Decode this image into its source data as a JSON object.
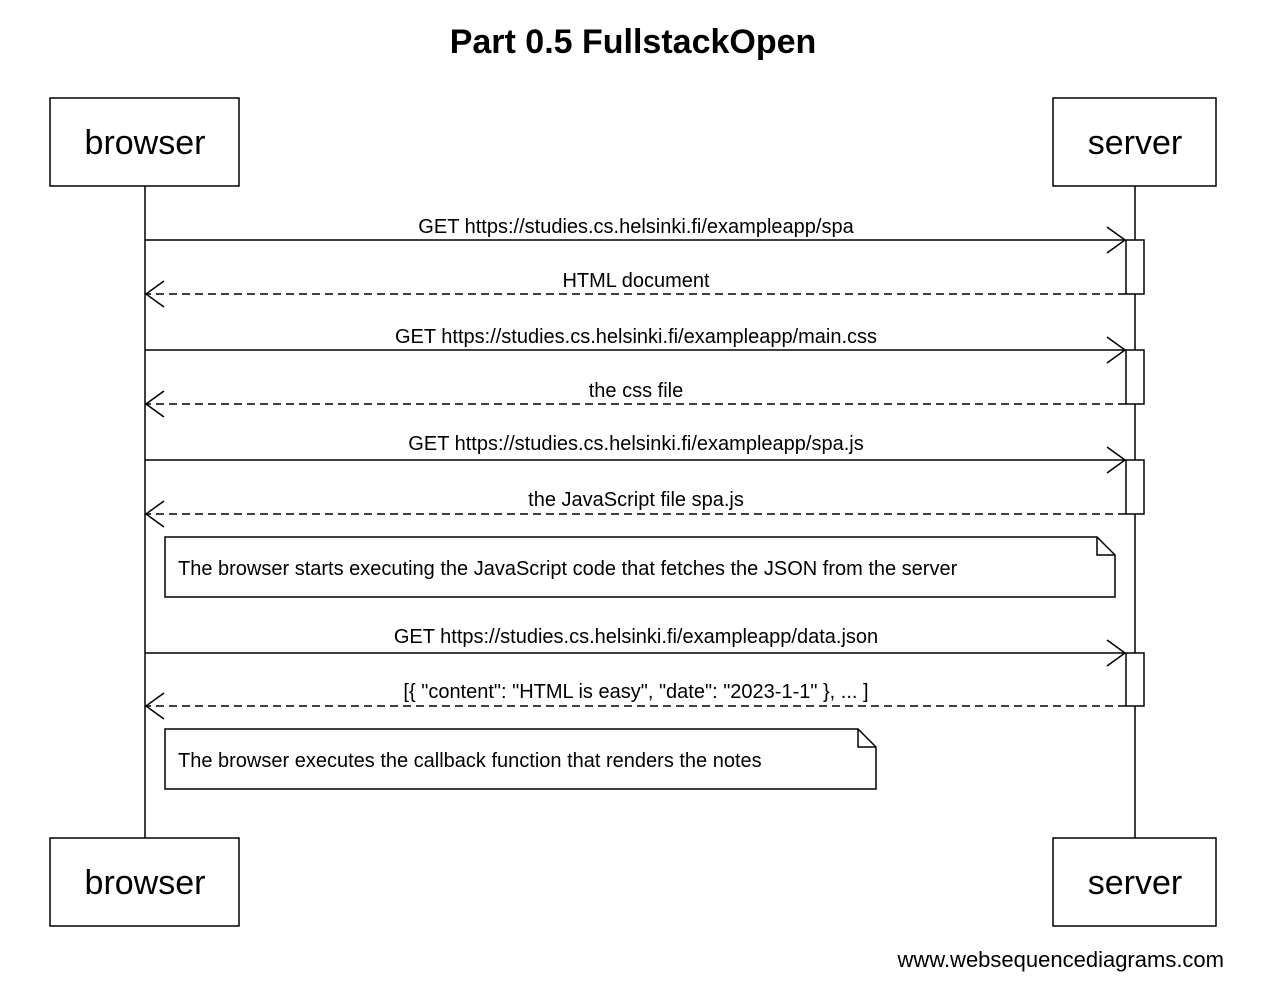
{
  "title": "Part 0.5 FullstackOpen",
  "participants": {
    "browser": "browser",
    "server": "server"
  },
  "messages": [
    {
      "label": "GET https://studies.cs.helsinki.fi/exampleapp/spa",
      "direction": "browser-to-server",
      "style": "solid"
    },
    {
      "label": "HTML document",
      "direction": "server-to-browser",
      "style": "dashed"
    },
    {
      "label": "GET https://studies.cs.helsinki.fi/exampleapp/main.css",
      "direction": "browser-to-server",
      "style": "solid"
    },
    {
      "label": "the css file",
      "direction": "server-to-browser",
      "style": "dashed"
    },
    {
      "label": "GET https://studies.cs.helsinki.fi/exampleapp/spa.js",
      "direction": "browser-to-server",
      "style": "solid"
    },
    {
      "label": "the JavaScript file spa.js",
      "direction": "server-to-browser",
      "style": "dashed"
    },
    {
      "label": "GET https://studies.cs.helsinki.fi/exampleapp/data.json",
      "direction": "browser-to-server",
      "style": "solid"
    },
    {
      "label": "[{ \"content\": \"HTML is easy\", \"date\": \"2023-1-1\" }, ... ]",
      "direction": "server-to-browser",
      "style": "dashed"
    }
  ],
  "notes": [
    "The browser starts executing the JavaScript code that fetches the JSON from the server",
    "The browser executes the callback function that renders the notes"
  ],
  "footer": "www.websequencediagrams.com"
}
